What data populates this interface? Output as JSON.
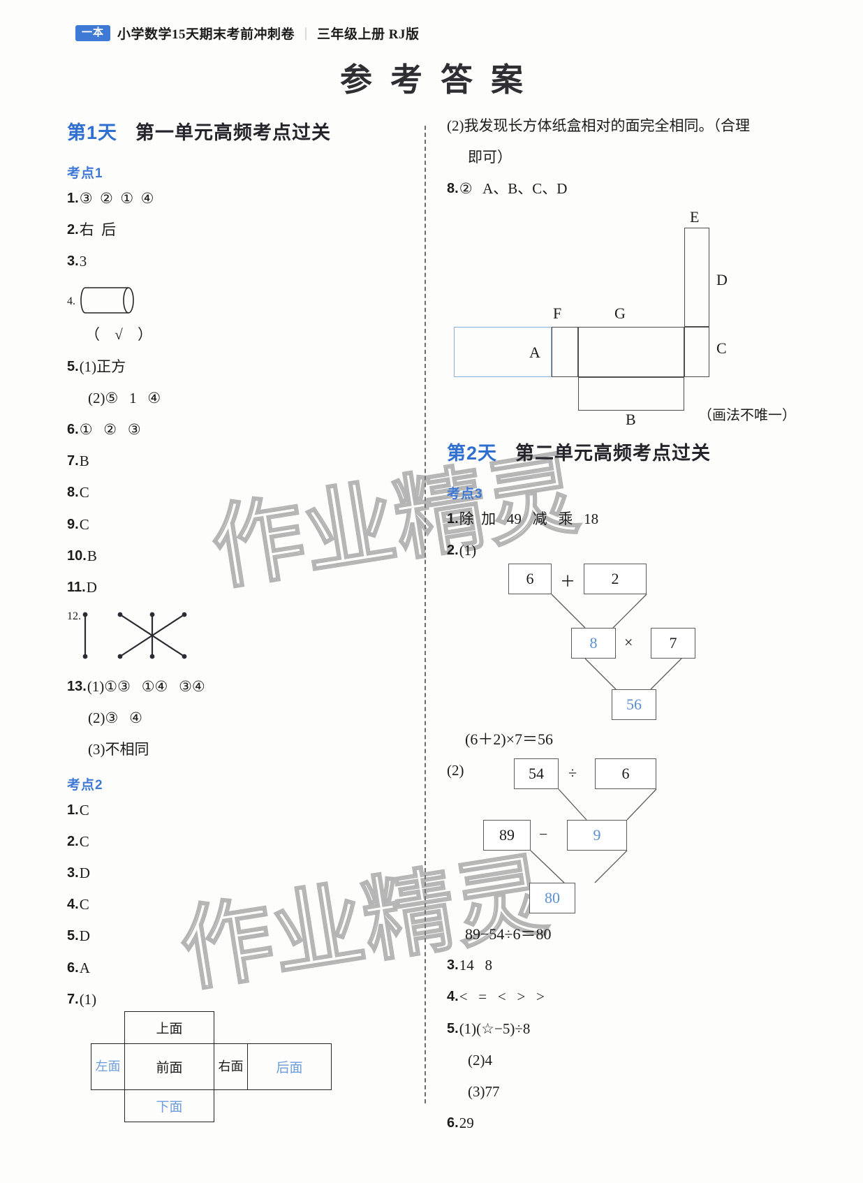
{
  "header": {
    "badge": "一本",
    "title": "小学数学15天期末考前冲刺卷",
    "separator": "|",
    "subtitle": "三年级上册 RJ版"
  },
  "doc_title": "参考答案",
  "watermark": "作业精灵",
  "colors": {
    "accent_blue": "#3f79d6",
    "light_blue": "#6d9cdb",
    "text": "#1b1b1b"
  },
  "left_column": {
    "day_banner": {
      "day": "第1天",
      "topic": "第一单元高频考点过关"
    },
    "sections": [
      {
        "heading": "考点1",
        "items": [
          {
            "num": "1.",
            "value": "③  ②  ①  ④"
          },
          {
            "num": "2.",
            "value": "右  后"
          },
          {
            "num": "3.",
            "value": "3"
          },
          {
            "num": "4.",
            "value": "",
            "figure": "cylinder"
          },
          {
            "check": "（  √  ）"
          },
          {
            "num": "5.",
            "value": "(1)正方"
          },
          {
            "num": "",
            "value": "(2)⑤   1   ④",
            "sub": true
          },
          {
            "num": "6.",
            "value": "①   ②   ③"
          },
          {
            "num": "7.",
            "value": "B"
          },
          {
            "num": "8.",
            "value": "C"
          },
          {
            "num": "9.",
            "value": "C"
          },
          {
            "num": "10.",
            "value": "B"
          },
          {
            "num": "11.",
            "value": "D"
          },
          {
            "num": "12.",
            "value": "",
            "figure": "matching"
          },
          {
            "num": "13.",
            "value": "(1)①③   ①④   ③④"
          },
          {
            "num": "",
            "value": "(2)③   ④",
            "sub": true
          },
          {
            "num": "",
            "value": "(3)不相同",
            "sub": true
          }
        ]
      },
      {
        "heading": "考点2",
        "items": [
          {
            "num": "1.",
            "value": "C"
          },
          {
            "num": "2.",
            "value": "C"
          },
          {
            "num": "3.",
            "value": "D"
          },
          {
            "num": "4.",
            "value": "C"
          },
          {
            "num": "5.",
            "value": "D"
          },
          {
            "num": "6.",
            "value": "A"
          },
          {
            "num": "7.",
            "value": "(1)",
            "figure": "net-table"
          }
        ]
      }
    ],
    "net_table": {
      "top": "上面",
      "left": "左面",
      "front": "前面",
      "right": "右面",
      "back": "后面",
      "bottom": "下面"
    }
  },
  "right_column": {
    "top_items": [
      {
        "num": "",
        "value": "(2)我发现长方体纸盒相对的面完全相同。（合理"
      },
      {
        "num": "",
        "value": "即可）",
        "indent": true
      },
      {
        "num": "8.",
        "value": "②   A、B、C、D"
      }
    ],
    "net_diagram": {
      "labels": {
        "A": "A",
        "B": "B",
        "C": "C",
        "D": "D",
        "E": "E",
        "F": "F",
        "G": "G"
      },
      "note": "（画法不唯一）"
    },
    "day_banner": {
      "day": "第2天",
      "topic": "第二单元高频考点过关"
    },
    "sections": [
      {
        "heading": "考点3",
        "items": [
          {
            "num": "1.",
            "value": "除  加   49   减   乘   18"
          },
          {
            "num": "2.",
            "value": "(1)",
            "figure": "tree1"
          },
          {
            "num": "",
            "value": "(2)",
            "figure": "tree2"
          },
          {
            "num": "3.",
            "value": "14   8"
          },
          {
            "num": "4.",
            "value": "<   =   <   >   >"
          },
          {
            "num": "5.",
            "value": "(1)(☆−5)÷8"
          },
          {
            "num": "",
            "value": "(2)4",
            "sub": true
          },
          {
            "num": "",
            "value": "(3)77",
            "sub": true
          },
          {
            "num": "6.",
            "value": "29"
          }
        ]
      }
    ],
    "tree1": {
      "a": "6",
      "op1": "＋",
      "b": "2",
      "c": "8",
      "op2": "×",
      "d": "7",
      "result": "56",
      "equation": "(6＋2)×7＝56"
    },
    "tree2": {
      "a": "54",
      "op1": "÷",
      "b": "6",
      "c": "89",
      "op2": "−",
      "d": "9",
      "result": "80",
      "equation": "89−54÷6＝80"
    }
  }
}
